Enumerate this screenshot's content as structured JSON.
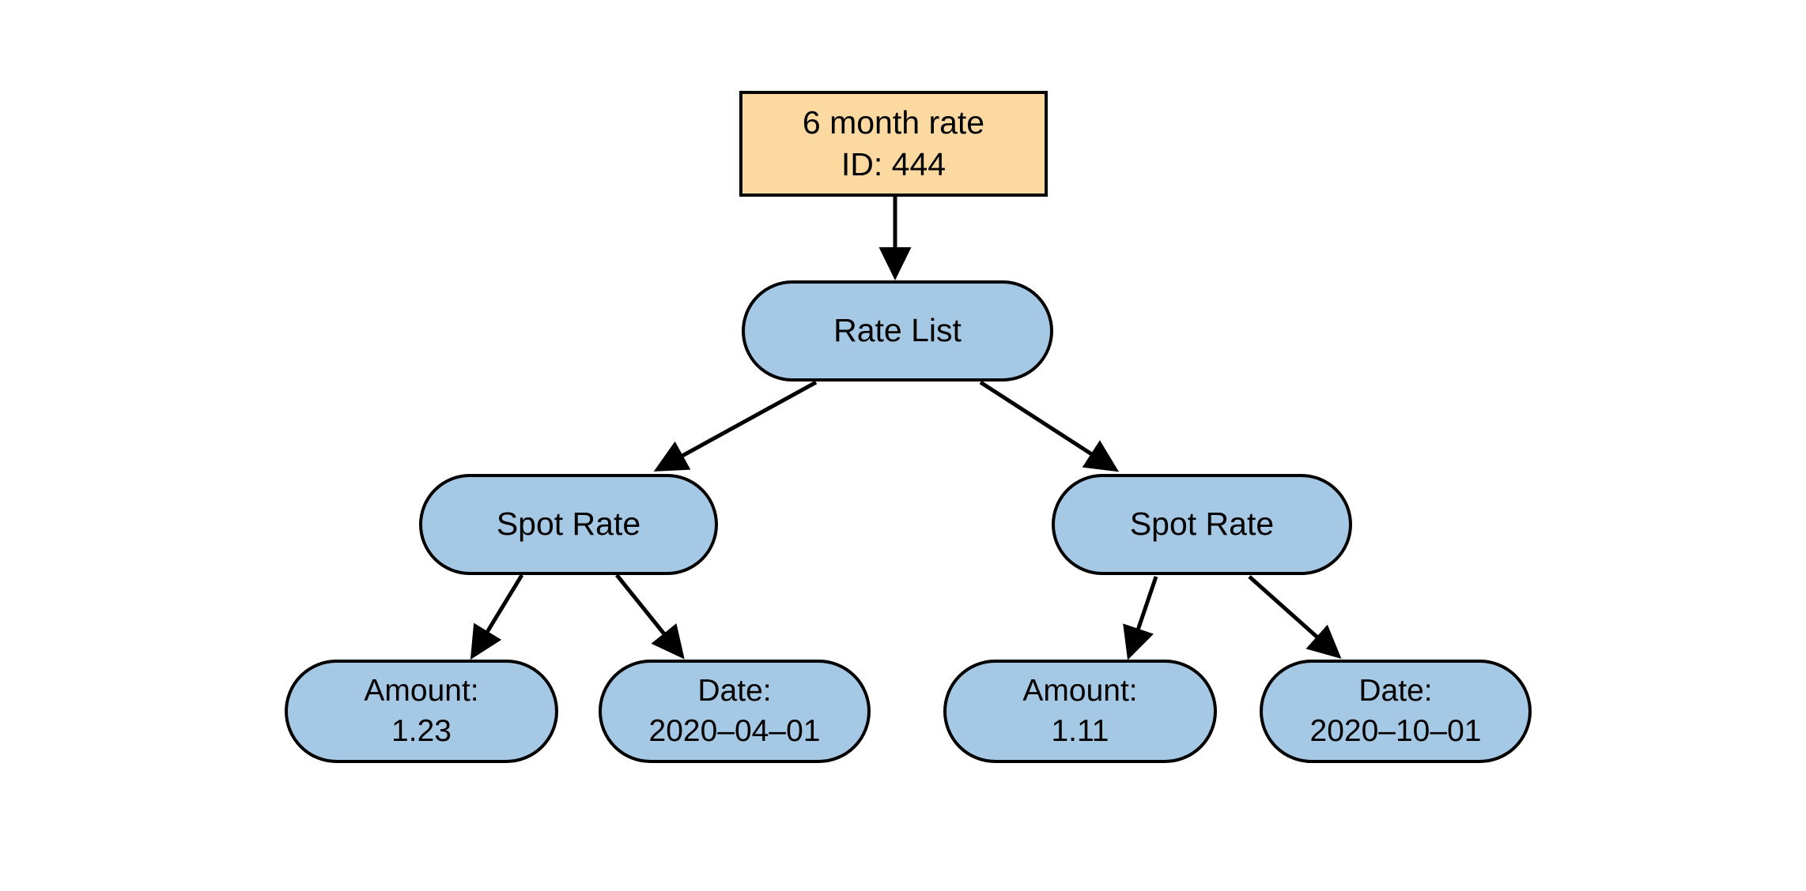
{
  "diagram": {
    "type": "tree",
    "title": "",
    "background_color": "#FFFFFF",
    "colors": {
      "root_fill": "#FBD9A1",
      "node_fill": "#A5C8E4",
      "stroke": "#000000",
      "text": "#000000"
    },
    "nodes": [
      {
        "id": "root",
        "shape": "rectangle",
        "fill": "#FBD9A1",
        "line1": "6 month rate",
        "line2": "ID: 444"
      },
      {
        "id": "rate-list",
        "shape": "stadium",
        "fill": "#A5C8E4",
        "line1": "Rate List",
        "line2": ""
      },
      {
        "id": "spot-rate-1",
        "shape": "stadium",
        "fill": "#A5C8E4",
        "line1": "Spot Rate",
        "line2": ""
      },
      {
        "id": "spot-rate-2",
        "shape": "stadium",
        "fill": "#A5C8E4",
        "line1": "Spot Rate",
        "line2": ""
      },
      {
        "id": "amount-1",
        "shape": "stadium",
        "fill": "#A5C8E4",
        "line1": "Amount:",
        "line2": "1.23"
      },
      {
        "id": "date-1",
        "shape": "stadium",
        "fill": "#A5C8E4",
        "line1": "Date:",
        "line2": "2020–04–01"
      },
      {
        "id": "amount-2",
        "shape": "stadium",
        "fill": "#A5C8E4",
        "line1": "Amount:",
        "line2": "1.11"
      },
      {
        "id": "date-2",
        "shape": "stadium",
        "fill": "#A5C8E4",
        "line1": "Date:",
        "line2": "2020–10–01"
      }
    ],
    "edges": [
      {
        "from": "root",
        "to": "rate-list",
        "label": "",
        "arrow": "filled-triangle"
      },
      {
        "from": "rate-list",
        "to": "spot-rate-1",
        "label": "",
        "arrow": "filled-triangle"
      },
      {
        "from": "rate-list",
        "to": "spot-rate-2",
        "label": "",
        "arrow": "filled-triangle"
      },
      {
        "from": "spot-rate-1",
        "to": "amount-1",
        "label": "",
        "arrow": "filled-triangle"
      },
      {
        "from": "spot-rate-1",
        "to": "date-1",
        "label": "",
        "arrow": "filled-triangle"
      },
      {
        "from": "spot-rate-2",
        "to": "amount-2",
        "label": "",
        "arrow": "filled-triangle"
      },
      {
        "from": "spot-rate-2",
        "to": "date-2",
        "label": "",
        "arrow": "filled-triangle"
      }
    ]
  }
}
